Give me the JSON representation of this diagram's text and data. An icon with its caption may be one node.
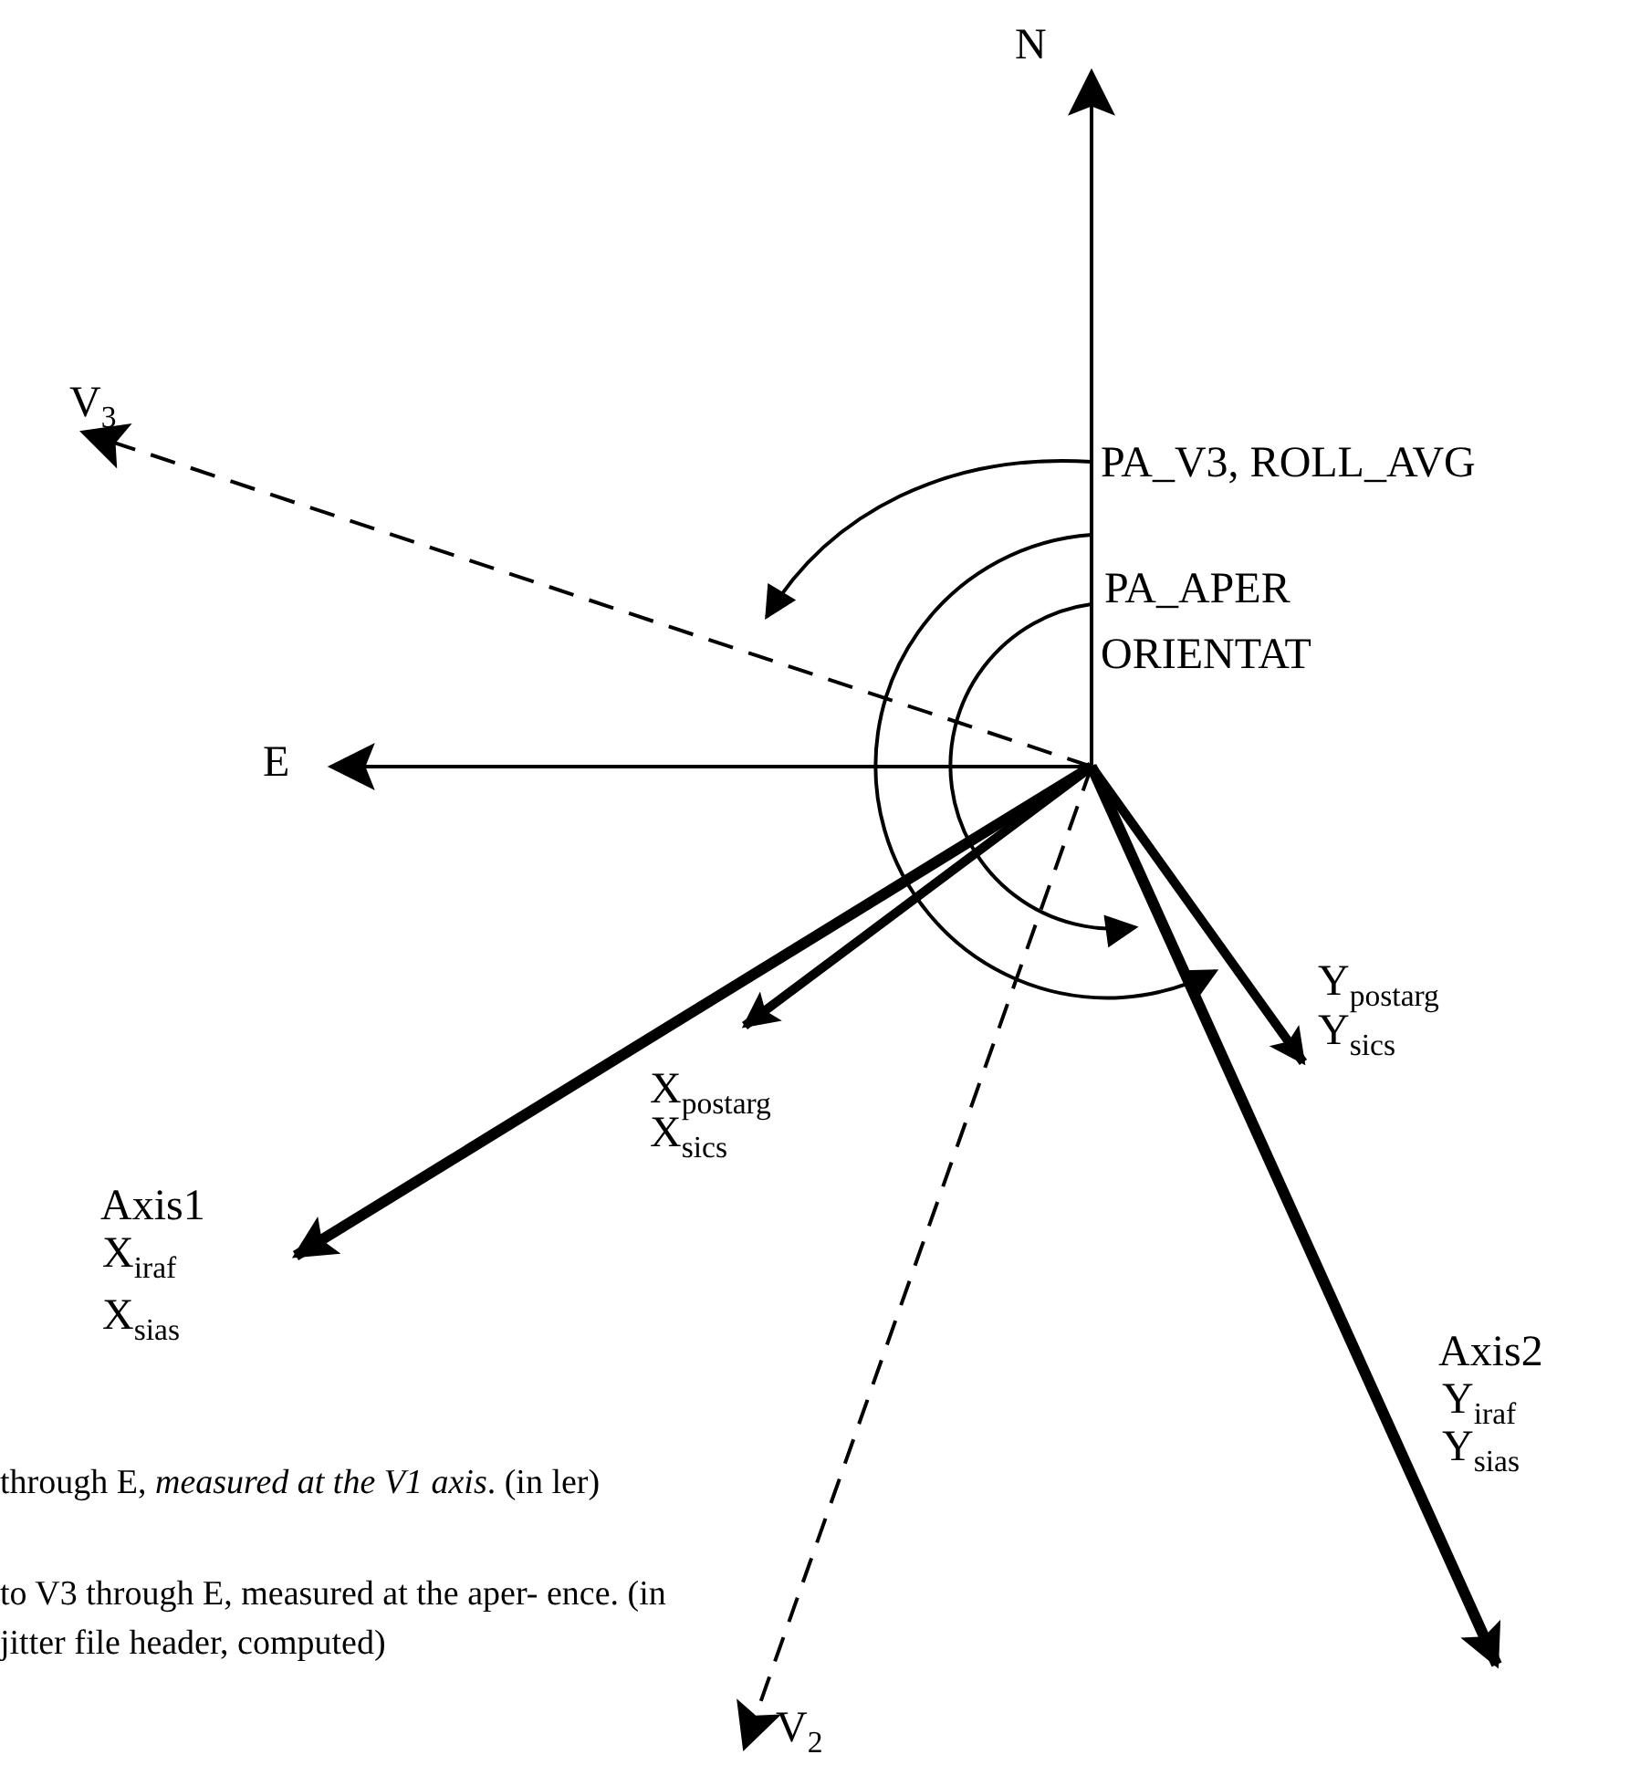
{
  "diagram": {
    "labels": [
      "N",
      "V$_{3}$",
      "PA_V3, ROLL_AVG",
      "PA_APER",
      "ORIENTAT",
      "E",
      "X$_{postarg}$",
      "X$_{sics}$",
      "Y$_{postarg}$",
      "Y$_{sics}$",
      "Axis1",
      "X$_{iraf}$",
      "X$_{sias}$",
      "Axis2",
      "Y$_{iraf}$",
      "Y$_{sias}$",
      "through E, *measured at the V1 axis*. (in ler)",
      "to V3 through E, measured at the aper- ence. (in jitter file header, computed)",
      "V$_{2}$"
    ]
  }
}
